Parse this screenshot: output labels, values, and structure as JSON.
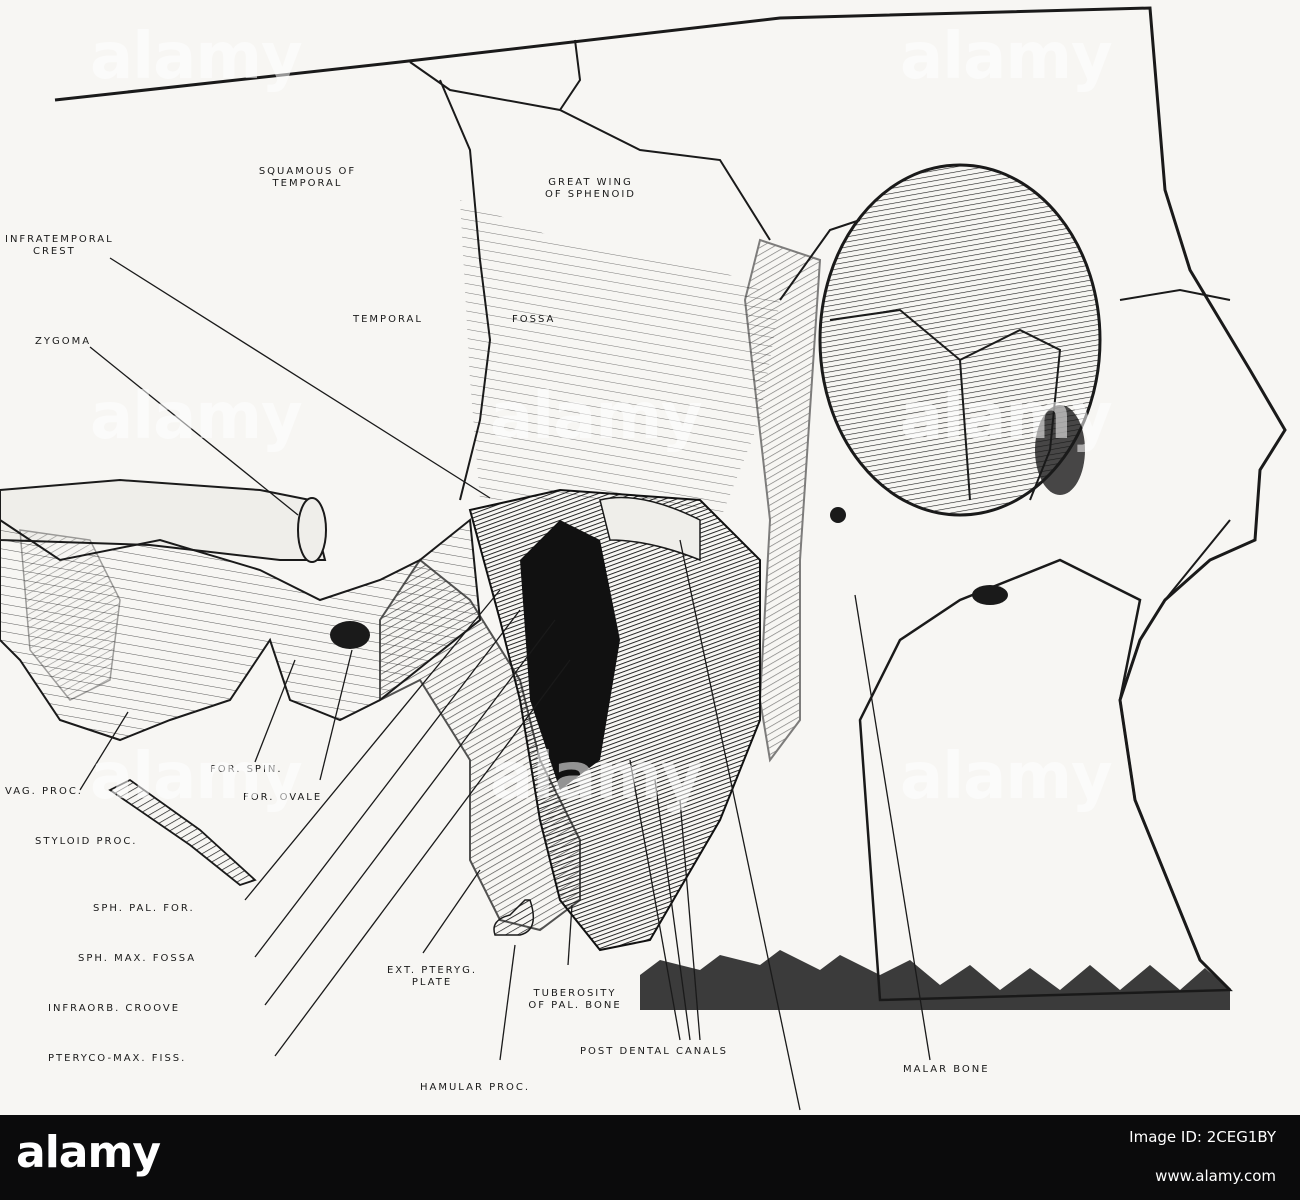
{
  "labels": {
    "squamous_line1": "SQUAMOUS OF",
    "squamous_line2": "TEMPORAL",
    "great_wing_line1": "GREAT WING",
    "great_wing_line2": "OF SPHENOID",
    "infratemporal_line1": "INFRATEMPORAL",
    "infratemporal_line2": "CREST",
    "temporal": "TEMPORAL",
    "fossa": "FOSSA",
    "zygoma": "ZYGOMA",
    "vag_proc": "VAG. PROC.",
    "styloid_proc": "STYLOID PROC.",
    "for_spin": "FOR. SPIN.",
    "for_ovale": "FOR. OVALE",
    "sph_pal_for": "SPH. PAL. FOR.",
    "sph_max_fossa": "SPH. MAX. FOSSA",
    "infraorb_groove": "INFRAORB. CROOVE",
    "pteryco_max_fiss": "PTERYCO-MAX. FISS.",
    "ext_pteryg_line1": "EXT. PTERYG.",
    "ext_pteryg_line2": "PLATE",
    "hamular_proc": "HAMULAR PROC.",
    "tuberosity_line1": "TUBEROSITY",
    "tuberosity_line2": "OF PAL. BONE",
    "post_dental_canals": "POST DENTAL CANALS",
    "malar_bone": "MALAR BONE"
  },
  "watermark": {
    "text": "alamy"
  },
  "footer": {
    "logo": "alamy",
    "image_id_line1": "Image ID: 2CEG1BY",
    "url": "www.alamy.com"
  },
  "colors": {
    "background": "#f7f6f3",
    "ink": "#1a1a1a",
    "footer": "#0b0b0c"
  }
}
